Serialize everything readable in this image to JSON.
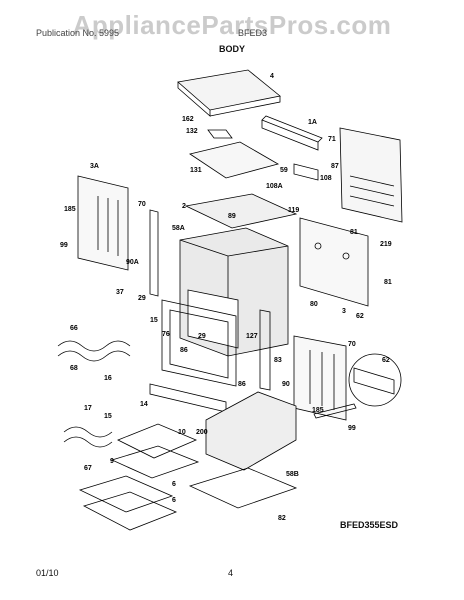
{
  "watermark": "AppliancePartsPros.com",
  "header": {
    "left": "Publication No. 5995",
    "right": "BFED3"
  },
  "section_title": "BODY",
  "model_code": "BFED355ESD",
  "footer": {
    "date": "01/10",
    "page": "4"
  },
  "part_labels": {
    "p4": "4",
    "p162": "162",
    "p1A": "1A",
    "p132": "132",
    "p71": "71",
    "p131": "131",
    "p59": "59",
    "p108": "108",
    "p87": "87",
    "p3A": "3A",
    "p108A": "108A",
    "p185a": "185",
    "p70a": "70",
    "p2": "2",
    "p89": "89",
    "p119": "119",
    "p58A": "58A",
    "p81a": "81",
    "p219": "219",
    "p99a": "99",
    "p90A": "90A",
    "p81b": "81",
    "p37": "37",
    "p29a": "29",
    "p80": "80",
    "p3": "3",
    "p62a": "62",
    "p15": "15",
    "p66": "66",
    "p76": "76",
    "p29b": "29",
    "p127": "127",
    "p86a": "86",
    "p83": "83",
    "p70b": "70",
    "p62b": "62",
    "p68": "68",
    "p16": "16",
    "p90": "90",
    "p86b": "86",
    "p14": "14",
    "p15b": "15",
    "p17": "17",
    "p185b": "185",
    "p200": "200",
    "p99b": "99",
    "p10": "10",
    "p67": "67",
    "p9": "9",
    "p58B": "58B",
    "p6a": "6",
    "p6b": "6",
    "p82": "82"
  }
}
